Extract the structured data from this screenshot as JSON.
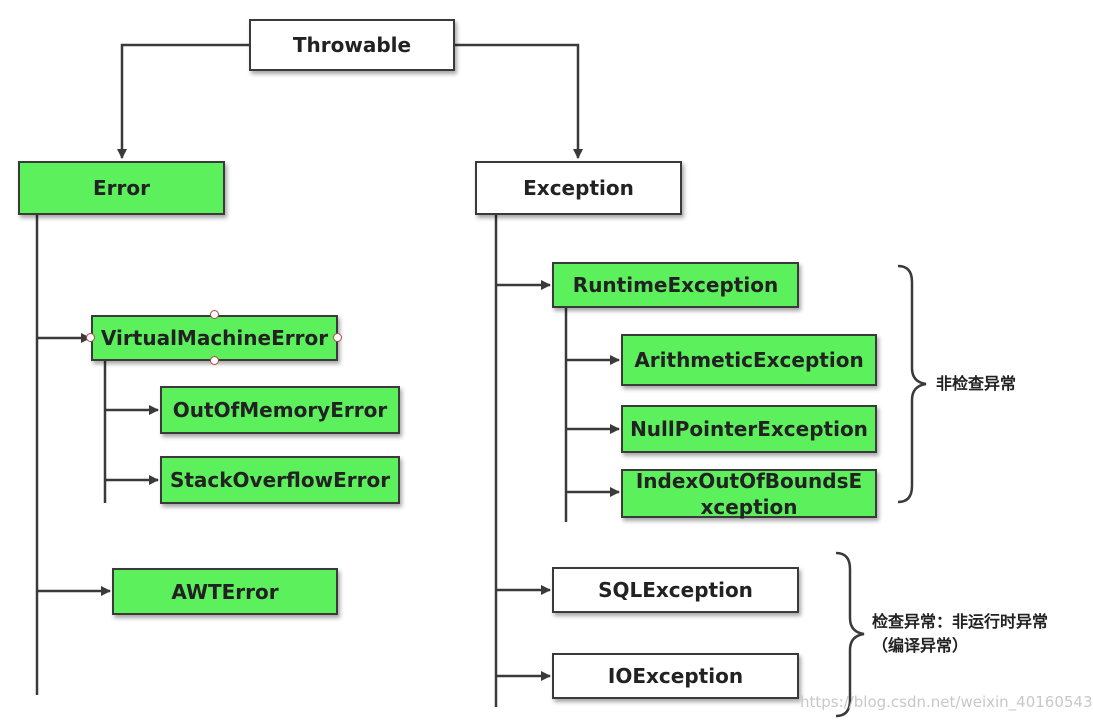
{
  "nodes": {
    "throwable": "Throwable",
    "error": "Error",
    "exception": "Exception",
    "virtual_machine_error": "VirtualMachineError",
    "out_of_memory_error": "OutOfMemoryError",
    "stack_overflow_error": "StackOverflowError",
    "awt_error": "AWTError",
    "runtime_exception": "RuntimeException",
    "arithmetic_exception": "ArithmeticException",
    "null_pointer_exception": "NullPointerException",
    "index_out_of_bounds_exception": "IndexOutOfBoundsE xception",
    "sql_exception": "SQLException",
    "io_exception": "IOException"
  },
  "notes": {
    "unchecked": "非检查异常",
    "checked_line1": "检查异常：非运行时异常",
    "checked_line2": "（编译异常）"
  },
  "watermark": "https://blog.csdn.net/weixin_40160543",
  "colors": {
    "green_fill": "#5cf05c",
    "border": "#3a3a3a",
    "line": "#3a3a3a"
  }
}
